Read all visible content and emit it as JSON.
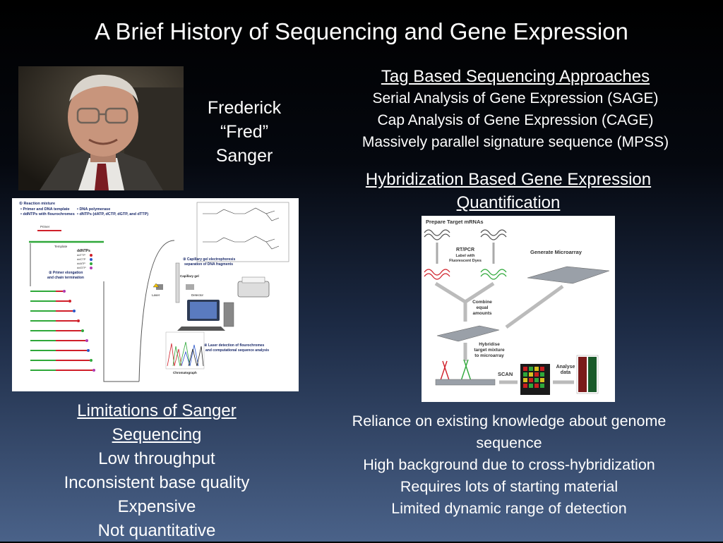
{
  "slide": {
    "title": "A Brief History of Sequencing and Gene Expression",
    "portrait": {
      "name_lines": [
        "Frederick",
        "“Fred”",
        "Sanger"
      ]
    },
    "tag_section": {
      "heading": "Tag Based Sequencing Approaches",
      "items": [
        "Serial Analysis of Gene Expression (SAGE)",
        "Cap Analysis of Gene Expression (CAGE)",
        "Massively parallel signature sequence (MPSS)"
      ]
    },
    "hybridization_section": {
      "heading_lines": [
        "Hybridization Based Gene Expression",
        "Quantification"
      ]
    },
    "sanger_figure": {
      "step1_title": "① Reaction mixture",
      "step1_items": [
        "• Primer and DNA template",
        "• DNA polymerase",
        "• ddNTPs with flourochromes",
        "• dNTPs (dATP, dCTP, dGTP, and dTTP)"
      ],
      "primer_label": "Primer",
      "template_label": "Template",
      "ddntps_label": "ddNTPs",
      "ddntp_items": [
        "ddTTP",
        "ddCTP",
        "ddATP",
        "ddGTP"
      ],
      "step2_title": "② Primer elongation",
      "step2_sub": "and chain termination",
      "step3_title": "③ Capillary gel electrophoresis",
      "step3_sub": "separation of DNA fragments",
      "capillary_label": "Capillary gel",
      "laser_label": "Laser",
      "detector_label": "Detector",
      "step4_title": "④ Laser detection of flourochromes",
      "step4_sub": "and computational sequence analysis",
      "chromatograph_label": "Chromatograph"
    },
    "microarray_figure": {
      "prepare_label": "Prepare Target mRNAs",
      "rtpcr_label": "RT/PCR",
      "label_with": "Label with",
      "fluorescent_dyes": "Fluorescent Dyes",
      "generate_label": "Generate Microarray",
      "combine_lines": [
        "Combine",
        "equal",
        "amounts"
      ],
      "hybridise_lines": [
        "Hybridise",
        "target mixture",
        "to microarray"
      ],
      "scan_label": "SCAN",
      "analyse_lines": [
        "Analyse",
        "data"
      ]
    },
    "limitations": {
      "heading_lines": [
        "Limitations of Sanger",
        "Sequencing"
      ],
      "items": [
        "Low throughput",
        "Inconsistent base quality",
        "Expensive",
        "Not quantitative"
      ]
    },
    "reliance": {
      "items": [
        "Reliance on existing knowledge about genome",
        "sequence",
        "High background due to cross-hybridization",
        "Requires lots of starting material",
        "Limited dynamic range of detection"
      ]
    },
    "colors": {
      "red": "#d0202a",
      "green": "#2fa83a",
      "blue": "#2a55c8",
      "purple": "#b03ab0"
    }
  }
}
